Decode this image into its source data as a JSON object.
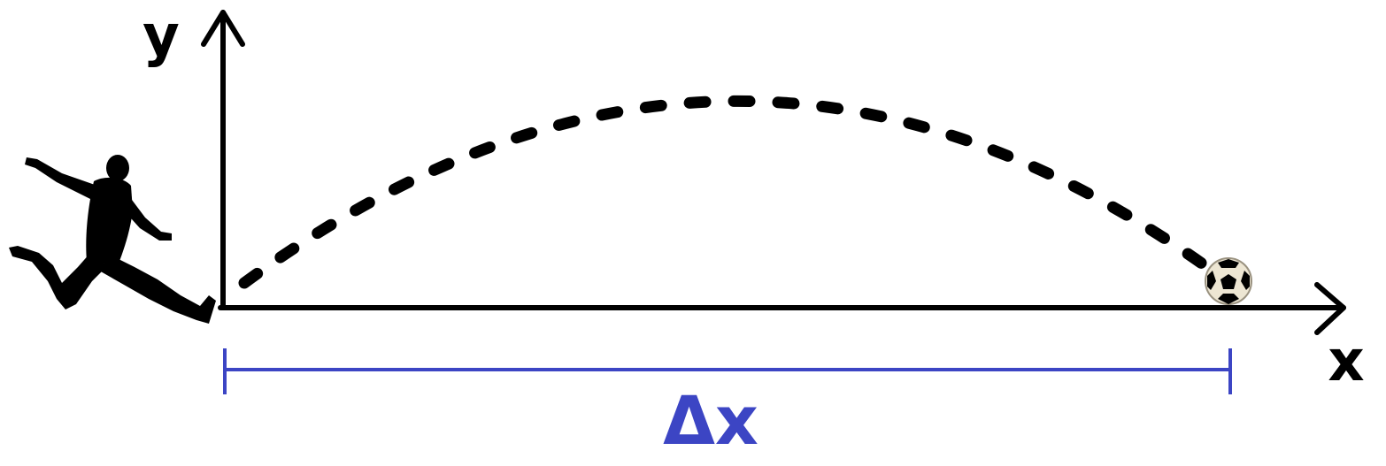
{
  "labels": {
    "y_axis": "y",
    "x_axis": "x",
    "displacement": "Δx"
  },
  "icons": {
    "kicker": "kicking-player-silhouette-icon",
    "ball": "soccer-ball-icon"
  },
  "colors": {
    "axes": "#000000",
    "trajectory": "#000000",
    "displacement": "#3c45c4",
    "ball_base": "#ede6d3",
    "ball_patch": "#000000"
  },
  "trajectory": {
    "style": "dashed",
    "shape": "parabola"
  }
}
